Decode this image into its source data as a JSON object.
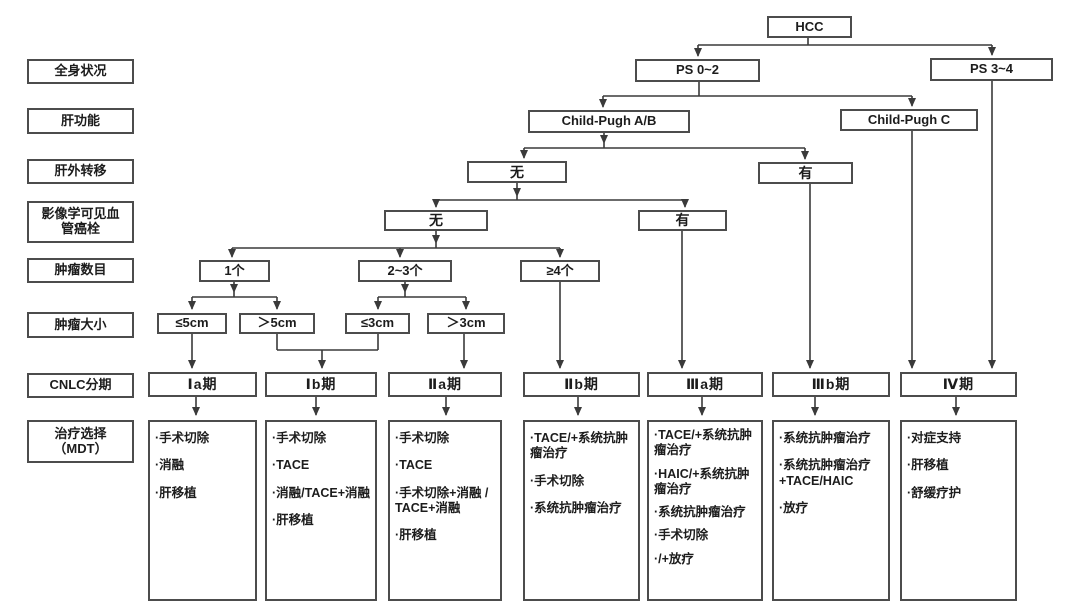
{
  "row_labels": [
    "全身状况",
    "肝功能",
    "肝外转移",
    "影像学可见血\n管癌栓",
    "肿瘤数目",
    "肿瘤大小",
    "CNLC分期",
    "治疗选择\n（MDT）"
  ],
  "nodes": {
    "hcc": "HCC",
    "ps_0_2": "PS 0~2",
    "ps_3_4": "PS 3~4",
    "child_pugh_ab": "Child-Pugh A/B",
    "child_pugh_c": "Child-Pugh C",
    "extrahepatic_no": "无",
    "extrahepatic_yes": "有",
    "vascular_no": "无",
    "vascular_yes": "有",
    "tumor_count_1": "1个",
    "tumor_count_2_3": "2~3个",
    "tumor_count_ge4": "≥4个",
    "size_le5cm": "≤5cm",
    "size_gt5cm": "＞5cm",
    "size_le3cm": "≤3cm",
    "size_gt3cm": "＞3cm"
  },
  "line_color": "#3a3a3a",
  "stages": [
    {
      "name": "Ⅰa期",
      "treatments": [
        "·手术切除",
        "·消融",
        "·肝移植"
      ]
    },
    {
      "name": "Ⅰb期",
      "treatments": [
        "·手术切除",
        "·TACE",
        "·消融/TACE+消融",
        "·肝移植"
      ]
    },
    {
      "name": "Ⅱa期",
      "treatments": [
        "·手术切除",
        "·TACE",
        "·手术切除+消融 / TACE+消融",
        "·肝移植"
      ]
    },
    {
      "name": "Ⅱb期",
      "treatments": [
        "·TACE/+系统抗肿瘤治疗",
        "·手术切除",
        "·系统抗肿瘤治疗"
      ]
    },
    {
      "name": "Ⅲa期",
      "treatments": [
        "·TACE/+系统抗肿瘤治疗",
        "·HAIC/+系统抗肿瘤治疗",
        "·系统抗肿瘤治疗",
        "·手术切除",
        "·/+放疗"
      ]
    },
    {
      "name": "Ⅲb期",
      "treatments": [
        "·系统抗肿瘤治疗",
        "·系统抗肿瘤治疗+TACE/HAIC",
        "·放疗"
      ]
    },
    {
      "name": "Ⅳ期",
      "treatments": [
        "·对症支持",
        "·肝移植",
        "·舒缓疗护"
      ]
    }
  ]
}
